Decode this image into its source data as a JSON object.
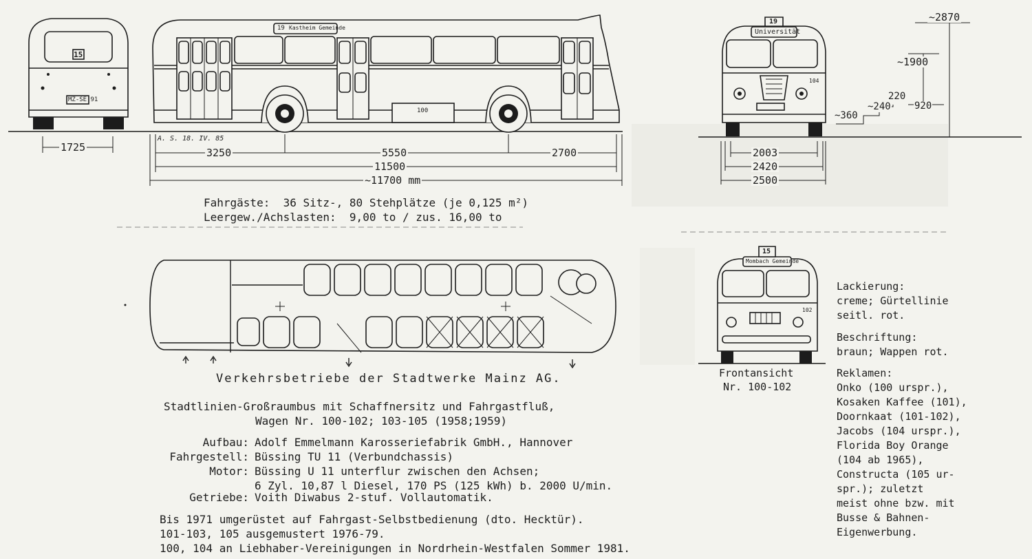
{
  "signature": "A. S. 18. IV. 85",
  "rear_view": {
    "route_number": "15",
    "plate": "MZ-SE 91"
  },
  "side_view": {
    "route_number": "19",
    "destination": "Kastheim Gemeinde",
    "center_label": "100"
  },
  "front_view_top": {
    "route_number": "19",
    "destination": "Universität",
    "fleet_number": "104"
  },
  "front_view_small": {
    "route_number": "15",
    "destination": "Mombach Gemeinde",
    "fleet_number": "102",
    "caption_line1": "Frontansicht",
    "caption_line2": "Nr. 100-102"
  },
  "dimensions": {
    "rear_width": "1725",
    "front_overhang": "3250",
    "wheelbase": "5550",
    "rear_overhang": "2700",
    "length_body": "11500",
    "length_total": "~11700 mm",
    "track": "2003",
    "width_body": "2420",
    "width_total": "2500",
    "height_total": "~2870",
    "height_floor": "~1900",
    "step_220": "220",
    "step_240": "~240",
    "step_360": "~360",
    "step_920": "920"
  },
  "passengers": {
    "line1": "Fahrgäste:  36 Sitz-, 80 Stehplätze (je 0,125 m²)",
    "line2": "Leergew./Achslasten:  9,00 to / zus. 16,00 to"
  },
  "operator": "Verkehrsbetriebe der Stadtwerke Mainz AG.",
  "description": {
    "line1": "Stadtlinien-Großraumbus mit Schaffnersitz und Fahrgastfluß,",
    "line2": "Wagen Nr. 100-102; 103-105 (1958;1959)"
  },
  "specs": [
    {
      "label": "Aufbau:",
      "value": "Adolf Emmelmann Karosseriefabrik GmbH., Hannover"
    },
    {
      "label": "Fahrgestell:",
      "value": "Büssing TU 11 (Verbundchassis)"
    },
    {
      "label": "Motor:",
      "value": "Büssing U 11 unterflur zwischen den Achsen;"
    },
    {
      "label": "",
      "value": "6 Zyl. 10,87 l Diesel, 170 PS (125 kWh) b. 2000 U/min."
    },
    {
      "label": "Getriebe:",
      "value": "Voith Diwabus 2-stuf. Vollautomatik."
    }
  ],
  "history": [
    "Bis 1971 umgerüstet auf Fahrgast-Selbstbedienung (dto. Hecktür).",
    "101-103, 105 ausgemustert 1976-79.",
    "100, 104 an Liebhaber-Vereinigungen in Nordrhein-Westfalen Sommer 1981."
  ],
  "livery": {
    "lackierung_label": "Lackierung:",
    "lackierung_1": "creme; Gürtellinie",
    "lackierung_2": "seitl. rot.",
    "beschriftung_label": "Beschriftung:",
    "beschriftung_1": "braun; Wappen rot.",
    "reklamen_label": "Reklamen:",
    "reklamen": [
      "Onko (100 urspr.),",
      "Kosaken Kaffee (101),",
      "Doornkaat (101-102),",
      "Jacobs (104 urspr.),",
      "Florida Boy Orange",
      "(104 ab 1965),",
      "Constructa (105 ur-",
      "spr.); zuletzt",
      "meist ohne bzw. mit",
      "Busse & Bahnen-",
      "Eigenwerbung."
    ]
  }
}
